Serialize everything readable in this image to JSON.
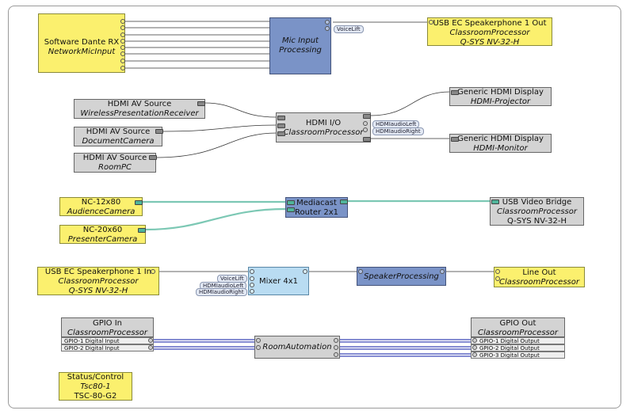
{
  "blocks": {
    "dante_rx": {
      "line1": "Software Dante RX",
      "line2": "NetworkMicInput"
    },
    "mic_input": {
      "line1": "Mic Input",
      "line2": "Processing"
    },
    "usb_speaker_out": {
      "line1": "USB EC Speakerphone 1 Out",
      "line2": "ClassroomProcessor",
      "line3": "Q-SYS NV-32-H"
    },
    "hdmi_src_wireless": {
      "line1": "HDMI AV Source",
      "line2": "WirelessPresentationReceiver"
    },
    "hdmi_src_doc": {
      "line1": "HDMI AV Source",
      "line2": "DocumentCamera"
    },
    "hdmi_src_roompc": {
      "line1": "HDMI AV Source",
      "line2": "RoomPC"
    },
    "hdmi_io": {
      "line1": "HDMI I/O",
      "line2": "ClassroomProcessor"
    },
    "display_projector": {
      "line1": "Generic HDMI Display",
      "line2": "HDMI-Projector"
    },
    "display_monitor": {
      "line1": "Generic HDMI Display",
      "line2": "HDMI-Monitor"
    },
    "nc_audience": {
      "line1": "NC-12x80",
      "line2": "AudienceCamera"
    },
    "nc_presenter": {
      "line1": "NC-20x60",
      "line2": "PresenterCamera"
    },
    "mediacast": {
      "line1": "Mediacast",
      "line2": "Router 2x1"
    },
    "usb_video_bridge": {
      "line1": "USB Video Bridge",
      "line2": "ClassroomProcessor",
      "line3": "Q-SYS NV-32-H"
    },
    "usb_speaker_in": {
      "line1": "USB EC Speakerphone 1 In",
      "line2": "ClassroomProcessor",
      "line3": "Q-SYS NV-32-H"
    },
    "mixer": {
      "line1": "Mixer 4x1"
    },
    "speaker_processing": {
      "line1": "SpeakerProcessing"
    },
    "line_out": {
      "line1": "Line Out",
      "line2": "ClassroomProcessor"
    },
    "gpio_in": {
      "line1": "GPIO In",
      "line2": "ClassroomProcessor",
      "pins": [
        "GPIO-1 Digital Input",
        "GPIO-2 Digital Input"
      ]
    },
    "room_automation": {
      "line1": "RoomAutomation"
    },
    "gpio_out": {
      "line1": "GPIO Out",
      "line2": "ClassroomProcessor",
      "pins": [
        "GPIO-1 Digital Output",
        "GPIO-2 Digital Output",
        "GPIO-3 Digital Output"
      ]
    },
    "status_control": {
      "line1": "Status/Control",
      "line2": "Tsc80-1",
      "line3": "TSC-80-G2"
    }
  },
  "tags": {
    "voicelift_out": "VoiceLift",
    "hdmi_audio_left_out": "HDMIaudioLeft",
    "hdmi_audio_right_out": "HDMIaudioRight",
    "voicelift_in": "VoiceLift",
    "hdmi_audio_left_in": "HDMIaudioLeft",
    "hdmi_audio_right_in": "HDMIaudioRight"
  },
  "colors": {
    "yellow_block": "#fbf06e",
    "gray_block": "#d3d3d3",
    "blue_block": "#7a93c7",
    "light_blue_block": "#b9dcf2",
    "video_wire": "#7cc8b4",
    "control_wire": "#3e49b8",
    "audio_wire": "#333333"
  }
}
